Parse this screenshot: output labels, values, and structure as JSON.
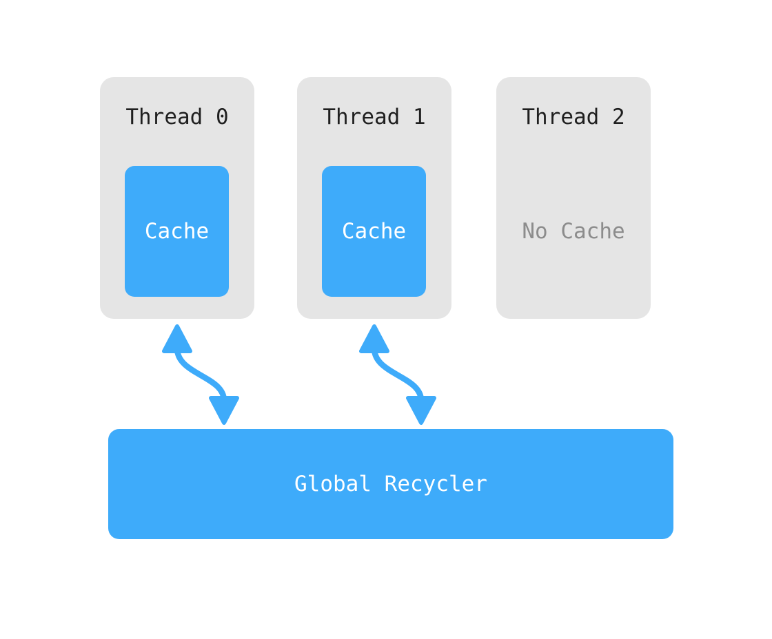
{
  "diagram": {
    "threads": [
      {
        "label": "Thread 0",
        "cache_label": "Cache",
        "has_cache": true
      },
      {
        "label": "Thread 1",
        "cache_label": "Cache",
        "has_cache": true
      },
      {
        "label": "Thread 2",
        "cache_label": "No Cache",
        "has_cache": false
      }
    ],
    "global_recycler": {
      "label": "Global Recycler"
    },
    "arrows": [
      {
        "from": "Thread 0",
        "to": "Global Recycler",
        "type": "bidirectional"
      },
      {
        "from": "Thread 1",
        "to": "Global Recycler",
        "type": "bidirectional"
      }
    ],
    "colors": {
      "accent_blue": "#3EABFA",
      "box_gray": "#E5E5E5",
      "text_dark": "#1F1F1F",
      "text_muted": "#8C8C8C",
      "text_on_blue": "#FFFFFF",
      "background": "#FFFFFF"
    }
  }
}
